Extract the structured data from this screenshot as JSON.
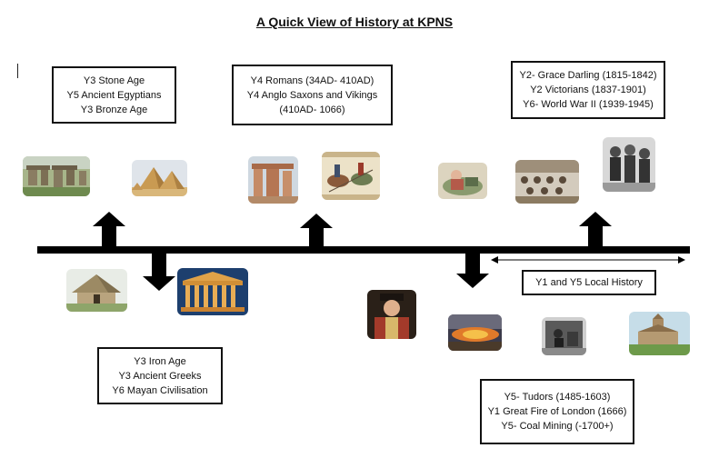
{
  "title": "A Quick View of History at KPNS",
  "boxes": {
    "top_left": [
      "Y3 Stone Age",
      "Y5 Ancient Egyptians",
      "Y3 Bronze Age"
    ],
    "top_middle": [
      "Y4 Romans (34AD- 410AD)",
      "Y4 Anglo Saxons and Vikings",
      "(410AD- 1066)"
    ],
    "top_right": [
      "Y2- Grace Darling (1815-1842)",
      "Y2 Victorians (1837-1901)",
      "Y6- World War II (1939-1945)"
    ],
    "bottom_left": [
      "Y3 Iron Age",
      "Y3 Ancient Greeks",
      "Y6 Mayan Civilisation"
    ],
    "bottom_right": [
      "Y5- Tudors (1485-1603)",
      "Y1 Great Fire of London (1666)",
      "Y5- Coal Mining (-1700+)"
    ],
    "local": "Y1 and Y5 Local History"
  },
  "icons": {
    "stonehenge": "stonehenge-photo",
    "pyramids": "pyramids-photo",
    "roman_ruins": "roman-ruins-photo",
    "bayeux": "bayeux-tapestry-photo",
    "roundhouse": "iron-age-roundhouse-photo",
    "parthenon": "parthenon-photo",
    "grace_darling": "grace-darling-painting",
    "victorian_class": "victorian-classroom-photo",
    "ww2": "ww2-photo",
    "henry": "henry-viii-portrait",
    "fire": "great-fire-painting",
    "mining": "coal-mining-photo",
    "church": "local-church-photo"
  },
  "colors": {
    "line": "#000000",
    "box_border": "#111111"
  }
}
